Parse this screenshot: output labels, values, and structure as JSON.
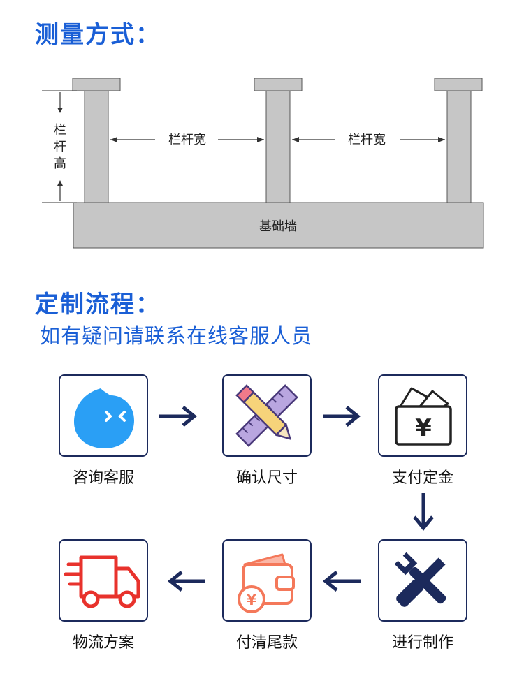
{
  "measure": {
    "heading": "测量方式：",
    "height_label_chars": [
      "栏",
      "杆",
      "高"
    ],
    "width_label_1": "栏杆宽",
    "width_label_2": "栏杆宽",
    "base_label": "基础墙"
  },
  "process": {
    "heading": "定制流程：",
    "subheading": "如有疑问请联系在线客服人员",
    "steps": [
      {
        "label": "咨询客服",
        "icon": "chat-bubble-icon"
      },
      {
        "label": "确认尺寸",
        "icon": "ruler-pencil-icon"
      },
      {
        "label": "支付定金",
        "icon": "payment-envelope-icon"
      },
      {
        "label": "进行制作",
        "icon": "tools-icon"
      },
      {
        "label": "付清尾款",
        "icon": "wallet-icon"
      },
      {
        "label": "物流方案",
        "icon": "delivery-truck-icon"
      }
    ]
  },
  "colors": {
    "heading_blue": "#1a5fd6",
    "box_border": "#1c2a5c",
    "arrow": "#1c2a5c",
    "pillar_gray": "#c6c6c6",
    "chat_blue": "#2a9ff5",
    "truck_red": "#e8322c",
    "wallet_orange": "#f4785a"
  }
}
